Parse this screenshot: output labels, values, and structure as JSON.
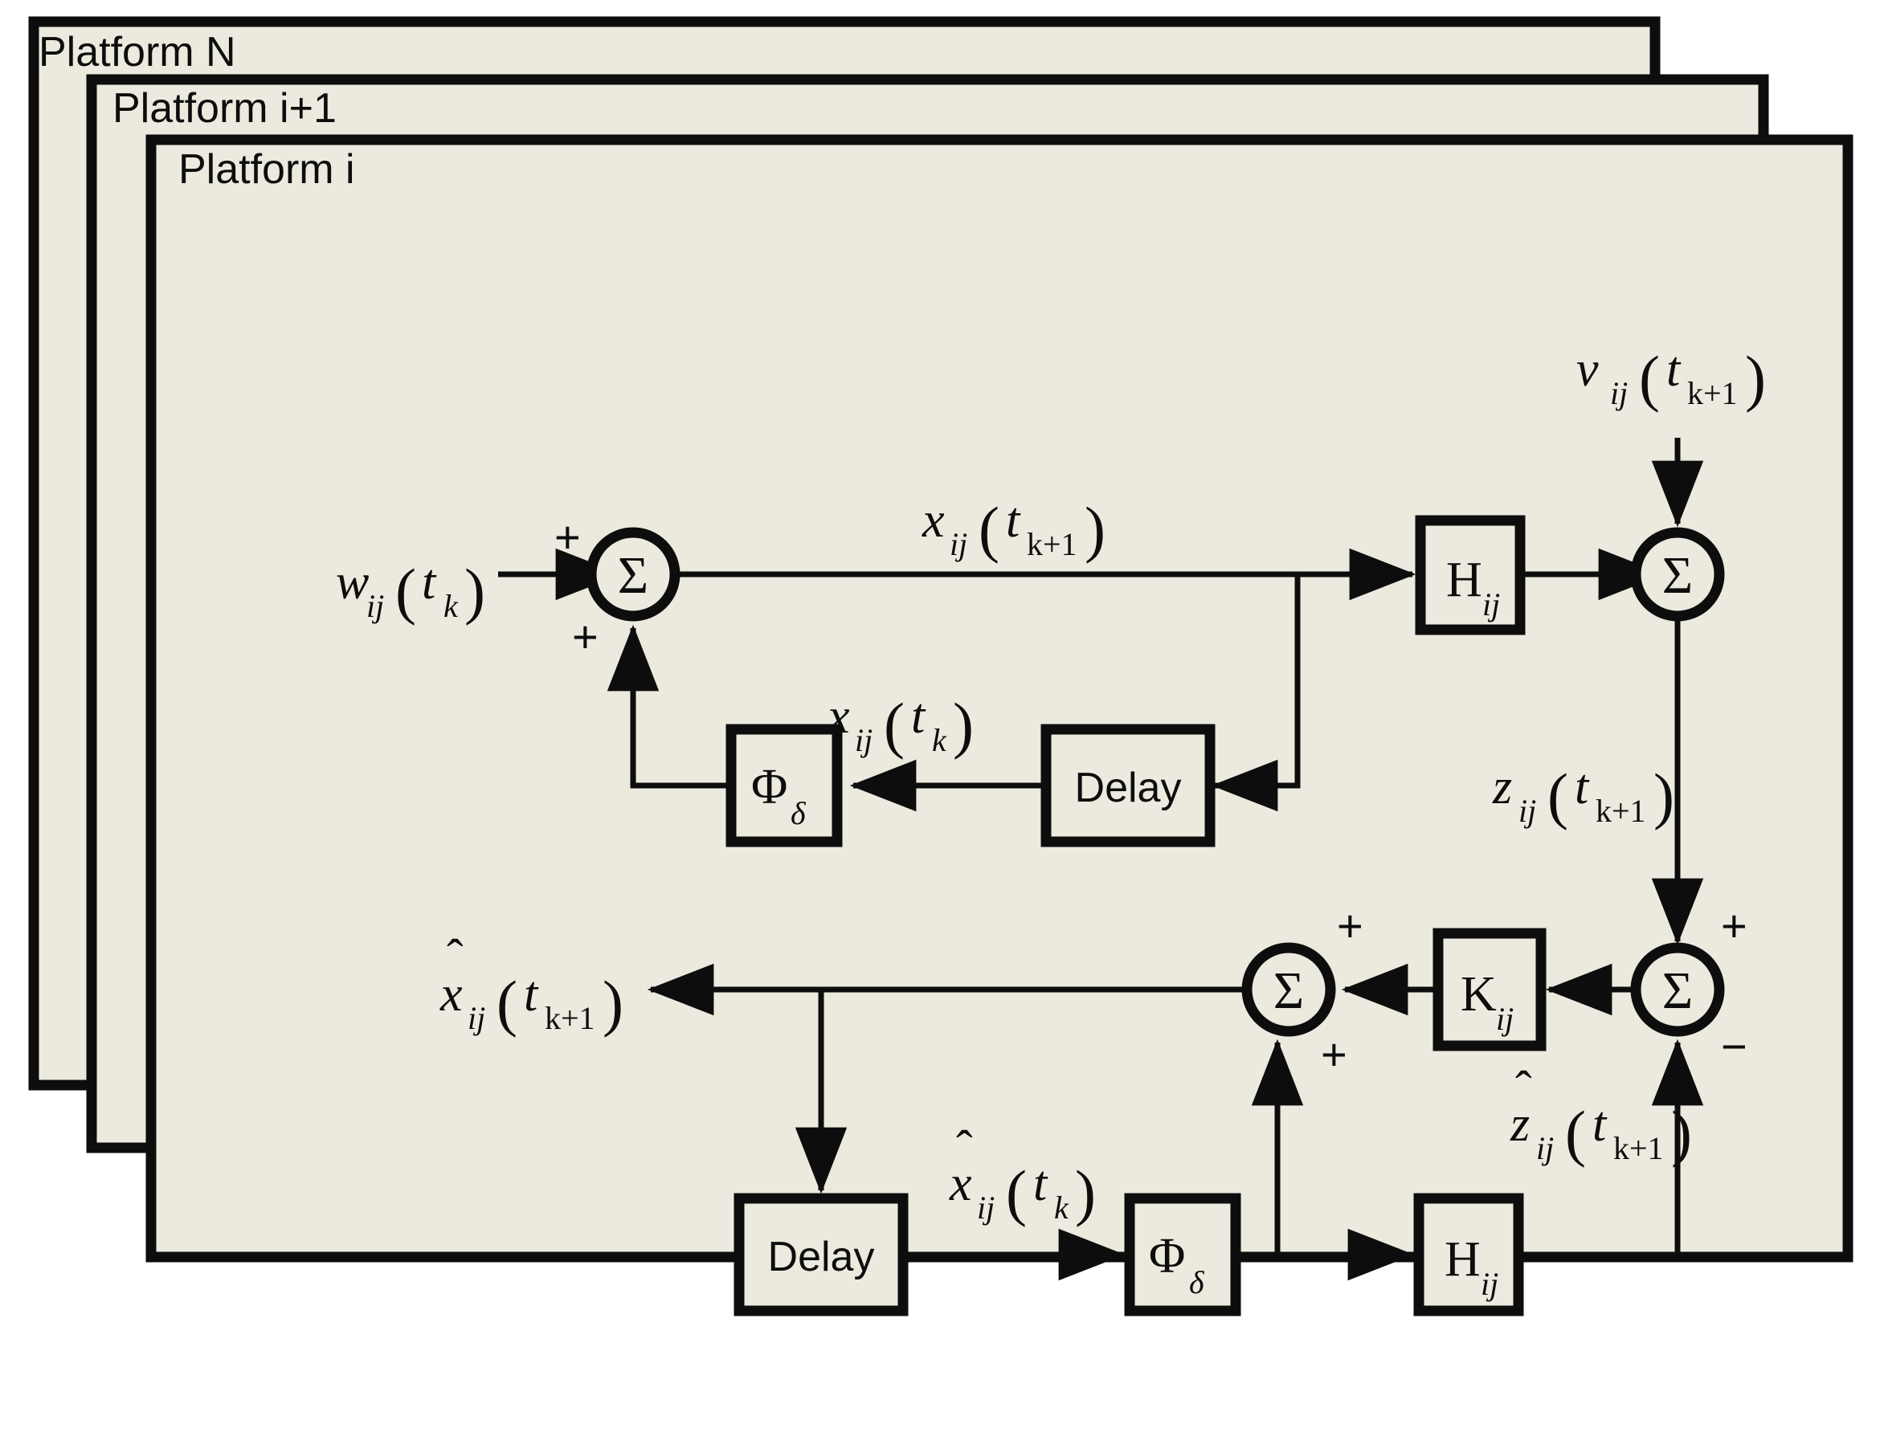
{
  "diagram": {
    "title": "Distributed platform state estimation block diagram",
    "background_color": "#eceade",
    "line_color": "#0d0d0d",
    "page_color": "#ffffff"
  },
  "panels": [
    {
      "name": "platform-n",
      "label": "Platform N"
    },
    {
      "name": "platform-i1",
      "label": "Platform i+1"
    },
    {
      "name": "platform-i",
      "label": "Platform i"
    }
  ],
  "blocks": [
    {
      "name": "h-block-top",
      "label": "H",
      "sub": "ij"
    },
    {
      "name": "phi-block-top",
      "label": "Φ",
      "sub": "δ"
    },
    {
      "name": "delay-block-top",
      "label": "Delay",
      "sub": ""
    },
    {
      "name": "k-block",
      "label": "K",
      "sub": "ij"
    },
    {
      "name": "delay-block-bot",
      "label": "Delay",
      "sub": ""
    },
    {
      "name": "phi-block-bot",
      "label": "Φ",
      "sub": "δ"
    },
    {
      "name": "h-block-bot",
      "label": "H",
      "sub": "ij"
    }
  ],
  "sum_nodes": [
    {
      "name": "sum-state",
      "glyph": "Σ",
      "signs": [
        "+",
        "+"
      ]
    },
    {
      "name": "sum-measure",
      "glyph": "Σ",
      "signs": []
    },
    {
      "name": "sum-residual",
      "glyph": "Σ",
      "signs": [
        "+",
        "−"
      ]
    },
    {
      "name": "sum-estimate",
      "glyph": "Σ",
      "signs": [
        "+",
        "+"
      ]
    }
  ],
  "signals": [
    {
      "name": "signal-w",
      "base": "w",
      "hat": false,
      "sub": "ij",
      "arg": "t",
      "argsub": "k"
    },
    {
      "name": "signal-x-next",
      "base": "x",
      "hat": false,
      "sub": "ij",
      "arg": "t",
      "argsub": "k+1"
    },
    {
      "name": "signal-x-k",
      "base": "x",
      "hat": false,
      "sub": "ij",
      "arg": "t",
      "argsub": "k"
    },
    {
      "name": "signal-nu",
      "base": "ν",
      "hat": false,
      "sub": "ij",
      "arg": "t",
      "argsub": "k+1"
    },
    {
      "name": "signal-z-next",
      "base": "z",
      "hat": false,
      "sub": "ij",
      "arg": "t",
      "argsub": "k+1"
    },
    {
      "name": "signal-xhat-next",
      "base": "x",
      "hat": true,
      "sub": "ij",
      "arg": "t",
      "argsub": "k+1"
    },
    {
      "name": "signal-xhat-k",
      "base": "x",
      "hat": true,
      "sub": "ij",
      "arg": "t",
      "argsub": "k"
    },
    {
      "name": "signal-zhat-next",
      "base": "z",
      "hat": true,
      "sub": "ij",
      "arg": "t",
      "argsub": "k+1"
    }
  ],
  "labels": {
    "platform_n": "Platform N",
    "platform_i_plus_1": "Platform i+1",
    "platform_i": "Platform i",
    "delay": "Delay",
    "sigma": "Σ",
    "phi": "Φ",
    "delta": "δ",
    "h": "H",
    "k": "K",
    "ij": "ij",
    "t": "t",
    "k_sub": "k",
    "k1_sub": "k+1",
    "w": "w",
    "x": "x",
    "z": "z",
    "nu": "ν",
    "plus": "+",
    "minus": "−",
    "lparen": "(",
    "rparen": ")",
    "hat": "ˆ"
  }
}
